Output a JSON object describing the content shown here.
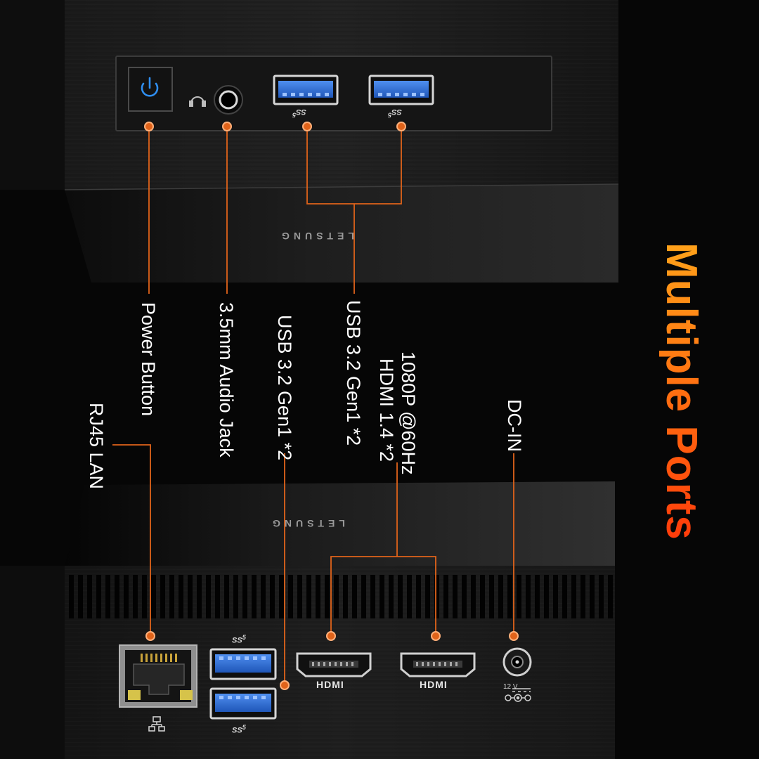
{
  "title": "Multiple Ports",
  "brand": "LETSUNG",
  "labels": {
    "power_button": "Power Button",
    "audio_jack": "3.5mm Audio Jack",
    "usb_front": "USB 3.2 Gen1 *2",
    "usb_rear": "USB 3.2 Gen1 *2",
    "hdmi_line1": "1080P @60Hz",
    "hdmi_line2": "HDMI 1.4 *2",
    "dc_in": "DC-IN",
    "rj45": "RJ45 LAN"
  },
  "port_markings": {
    "hdmi": "HDMI",
    "ss": "SS",
    "ss_gen": "5",
    "voltage": "12 V"
  },
  "colors": {
    "accent": "#ff6a10",
    "callout_line": "#e0631a",
    "usb_blue": "#2f6fd6"
  },
  "icons": [
    "power-icon",
    "headset-icon",
    "network-icon",
    "dc-polarity-icon"
  ]
}
